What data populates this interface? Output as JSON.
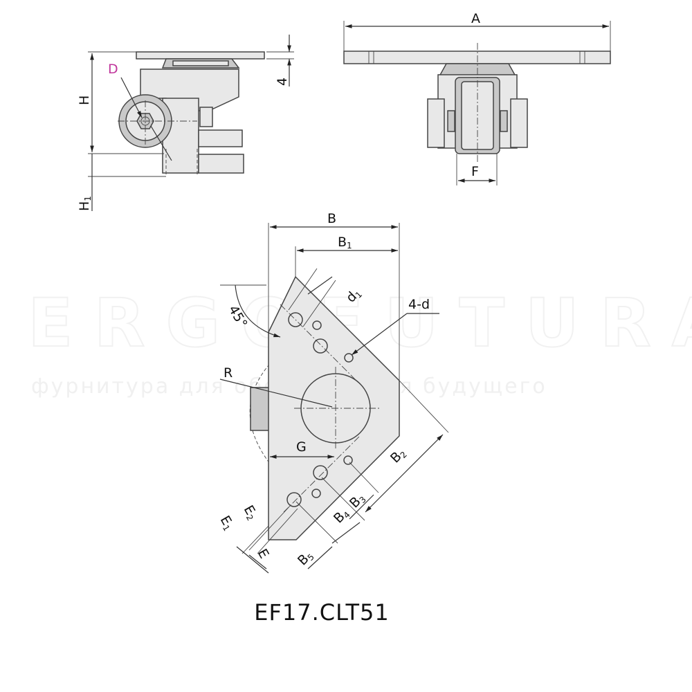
{
  "watermark": {
    "brand": "ERGOFUTURA",
    "tagline": "фурнитура для оборудования будущего"
  },
  "labels": {
    "A": "A",
    "D": "D",
    "H": "H",
    "H1": "H",
    "H1_sub": "1",
    "four": "4",
    "F": "F",
    "B": "B",
    "B1": "B",
    "B1_sub": "1",
    "B2": "B",
    "B2_sub": "2",
    "B3": "B",
    "B3_sub": "3",
    "B4": "B",
    "B4_sub": "4",
    "B5": "B",
    "B5_sub": "5",
    "d1": "d",
    "d1_sub": "1",
    "four_d": "4-d",
    "angle": "45°",
    "R": "R",
    "G": "G",
    "E": "E",
    "E1": "E",
    "E1_sub": "1",
    "E2": "E",
    "E2_sub": "2"
  },
  "colors": {
    "D_label": "#c0369c"
  },
  "model": "EF17.CLT51"
}
